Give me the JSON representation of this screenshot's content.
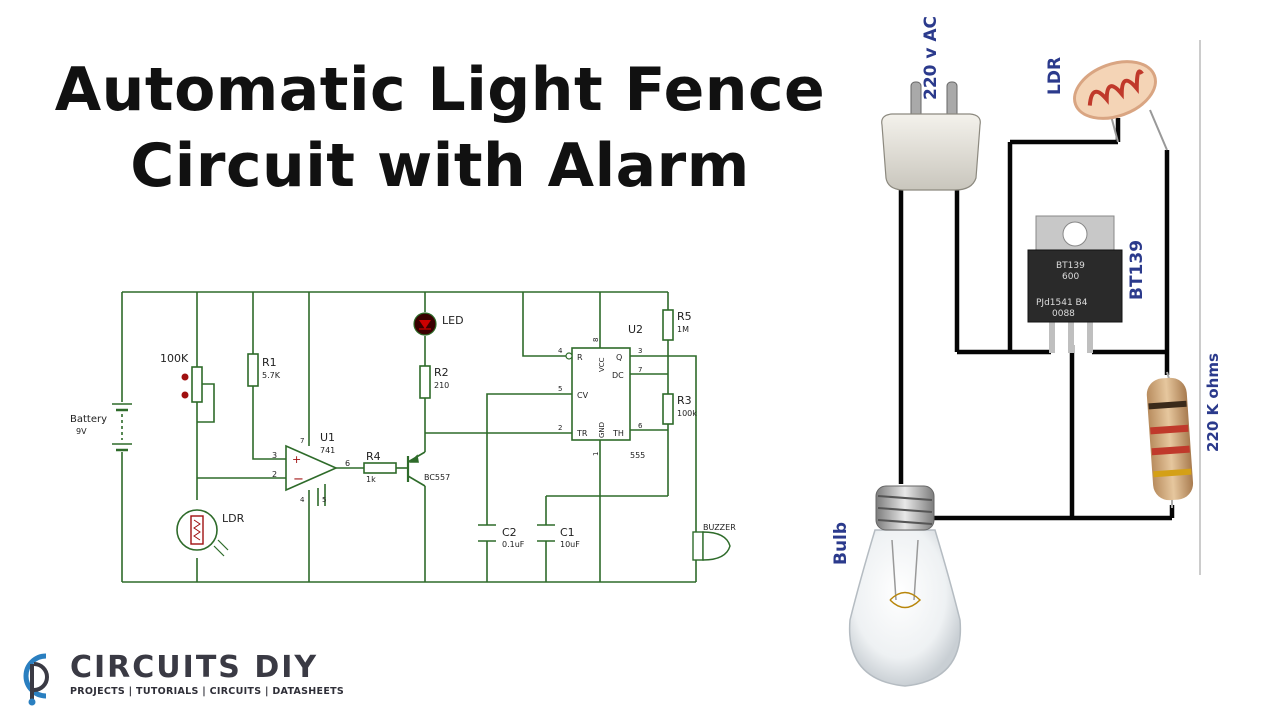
{
  "title": {
    "line1": "Automatic Light Fence",
    "line2": "Circuit with Alarm"
  },
  "schematic": {
    "battery": "Battery",
    "battery_value": "9V",
    "pot": "100K",
    "r1": "R1",
    "r1_value": "5.7K",
    "ldr": "LDR",
    "u1": "U1",
    "u1_value": "741",
    "pin3": "3",
    "pin2": "2",
    "pin6": "6",
    "pin7": "7",
    "pin4": "4",
    "pin5": "5",
    "r4": "R4",
    "r4_value": "1k",
    "led": "LED",
    "r2": "R2",
    "r2_value": "210",
    "transistor": "BC557",
    "u2": "U2",
    "u2_value": "555",
    "pin_r": "R",
    "pin_vcc": "VCC",
    "pin_q": "Q",
    "pin_dc": "DC",
    "pin_cv": "CV",
    "pin_tr": "TR",
    "pin_gnd": "GND",
    "pin_th": "TH",
    "n4": "4",
    "n8": "8",
    "n3": "3",
    "n7": "7",
    "n5": "5",
    "n2": "2",
    "n6": "6",
    "n1": "1",
    "r5": "R5",
    "r5_value": "1M",
    "r3": "R3",
    "r3_value": "100k",
    "c2": "C2",
    "c2_value": "0.1uF",
    "c1": "C1",
    "c1_value": "10uF",
    "buzzer": "BUZZER"
  },
  "wiring": {
    "plug": "220 v AC",
    "ldr": "LDR",
    "triac": "BT139",
    "triac_marking1": "BT139",
    "triac_marking2": "600",
    "triac_marking3": "PJd1541 B4",
    "triac_marking4": "0088",
    "resistor": "220 K ohms",
    "bulb": "Bulb"
  },
  "logo": {
    "brand": "CIRCUITS DIY",
    "tagline": "PROJECTS | TUTORIALS | CIRCUITS | DATASHEETS"
  },
  "colors": {
    "wire_green": "#2e6b2a",
    "label_blue": "#2b3a8c",
    "logo_blue": "#2a7fc0"
  }
}
